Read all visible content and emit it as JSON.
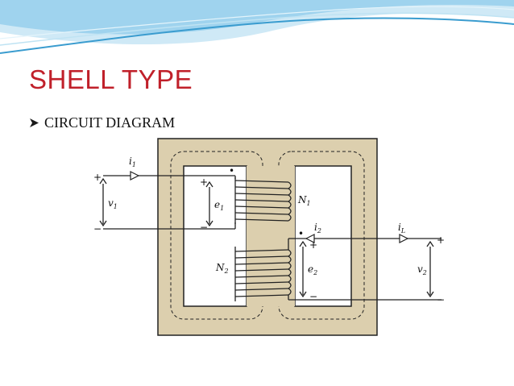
{
  "slide": {
    "title": "SHELL TYPE",
    "bullet": "CIRCUIT DIAGRAM",
    "bullet_icon": "arrow-bullet-icon"
  },
  "diagram": {
    "labels": {
      "i1": "i",
      "i1_sub": "1",
      "v1": "v",
      "v1_sub": "1",
      "e1": "e",
      "e1_sub": "1",
      "N1": "N",
      "N1_sub": "1",
      "N2": "N",
      "N2_sub": "2",
      "i2": "i",
      "i2_sub": "2",
      "e2": "e",
      "e2_sub": "2",
      "iL": "i",
      "iL_sub": "L",
      "v2": "v",
      "v2_sub": "2",
      "plus": "+",
      "minus": "−",
      "dot": "•"
    }
  },
  "colors": {
    "title": "#c0202a",
    "core_fill": "#dccfae",
    "wave_light": "#cfe9f6",
    "wave_mid": "#9fd3ee",
    "wave_dark": "#3a9ccf"
  }
}
